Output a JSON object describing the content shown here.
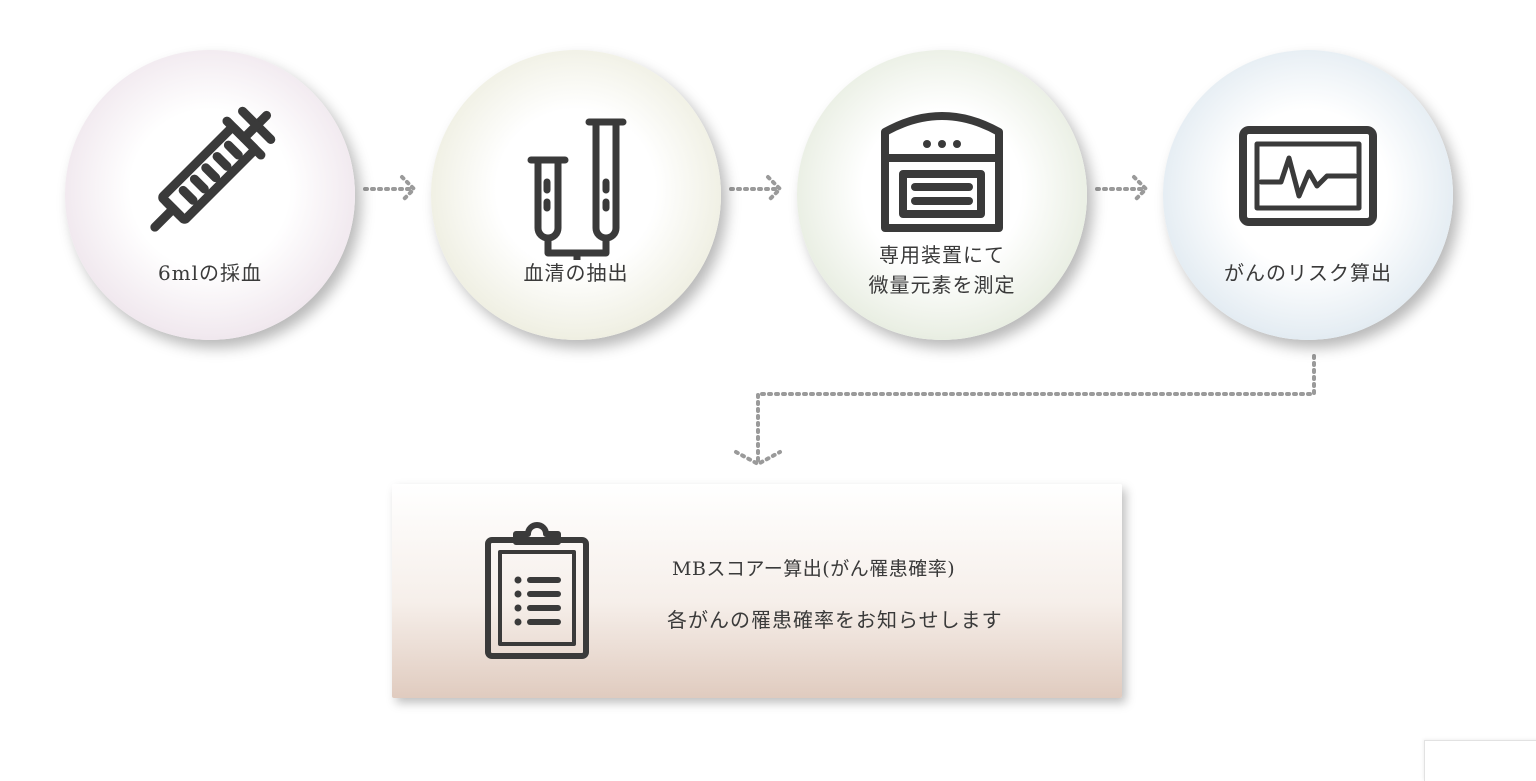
{
  "steps": [
    {
      "label": "6mlの採血",
      "icon": "syringe-icon"
    },
    {
      "label": "血清の抽出",
      "icon": "test-tubes-icon"
    },
    {
      "label_line1": "専用装置にて",
      "label_line2": "微量元素を測定",
      "icon": "analyzer-device-icon"
    },
    {
      "label": "がんのリスク算出",
      "icon": "heart-monitor-icon"
    }
  ],
  "result": {
    "title": "MBスコアー算出(がん罹患確率)",
    "description": "各がんの罹患確率をお知らせします",
    "icon": "clipboard-icon"
  },
  "colors": {
    "icon": "#3a3a3a",
    "arrow": "#9a9a9a",
    "step1_tint": "#ddc9d7",
    "step2_tint": "#d8d7bf",
    "step3_tint": "#c7d2c0",
    "step4_tint": "#bccfdc",
    "result_tint": "#e0cbbf"
  }
}
